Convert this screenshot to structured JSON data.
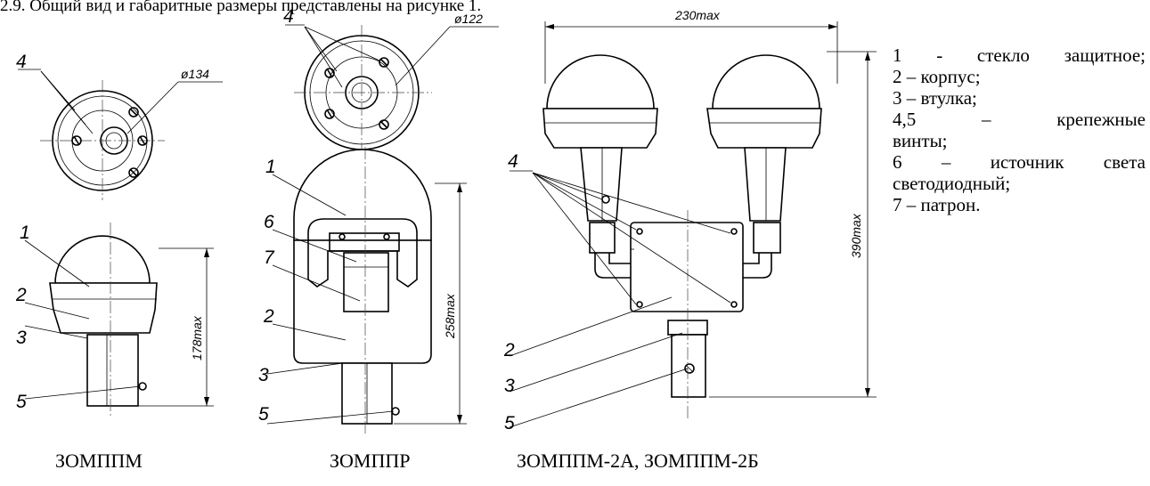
{
  "caption": "2.9. Общий вид и габаритные размеры представлены на рисунке 1.",
  "dimensions": {
    "d134": "ø134",
    "d122": "ø122",
    "h178": "178max",
    "h258": "258max",
    "h390": "390max",
    "w230": "230max"
  },
  "callouts": {
    "n1": "1",
    "n2": "2",
    "n3": "3",
    "n4": "4",
    "n5": "5",
    "n6": "6",
    "n7": "7"
  },
  "variants": [
    "ЗОМППМ",
    "ЗОМППР",
    "ЗОМППМ-2А, ЗОМППМ-2Б"
  ],
  "legend": {
    "l1": "1 - стекло защитное;",
    "l2": "2 – корпус;",
    "l3": "3 – втулка;",
    "l4a": "4,5 – крепежные",
    "l4b": "винты;",
    "l6a": "6 – источник света",
    "l6b": "светодиодный;",
    "l7": "7 – патрон."
  }
}
